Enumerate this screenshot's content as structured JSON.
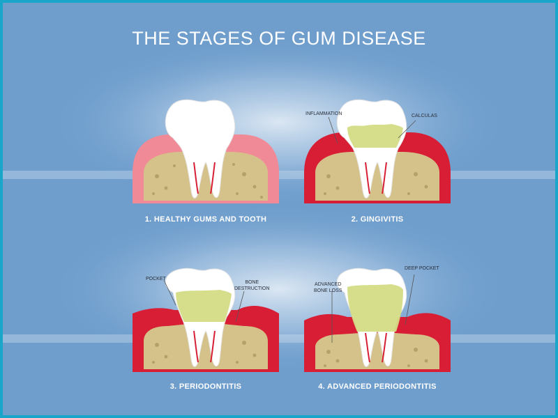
{
  "title": "THE STAGES OF GUM DISEASE",
  "colors": {
    "frame": "#1aa6c9",
    "background": "#6f9ecd",
    "healthy_gum": "#f08a97",
    "inflamed_gum": "#d81e35",
    "bone": "#d5c28a",
    "enamel": "#ffffff",
    "plaque": "#d4dc86"
  },
  "stages": [
    {
      "caption": "1. HEALTHY GUMS AND TOOTH",
      "callouts": []
    },
    {
      "caption": "2. GINGIVITIS",
      "callouts": [
        {
          "text": "INFLAMMATION"
        },
        {
          "text": "CALCULAS"
        }
      ]
    },
    {
      "caption": "3. PERIODONTITIS",
      "callouts": [
        {
          "text": "POCKET"
        },
        {
          "text": "BONE\nDESTRUCTION"
        }
      ]
    },
    {
      "caption": "4. ADVANCED PERIODONTITIS",
      "callouts": [
        {
          "text": "ADVANCED\nBONE LOSS"
        },
        {
          "text": "DEEP POCKET"
        }
      ]
    }
  ]
}
